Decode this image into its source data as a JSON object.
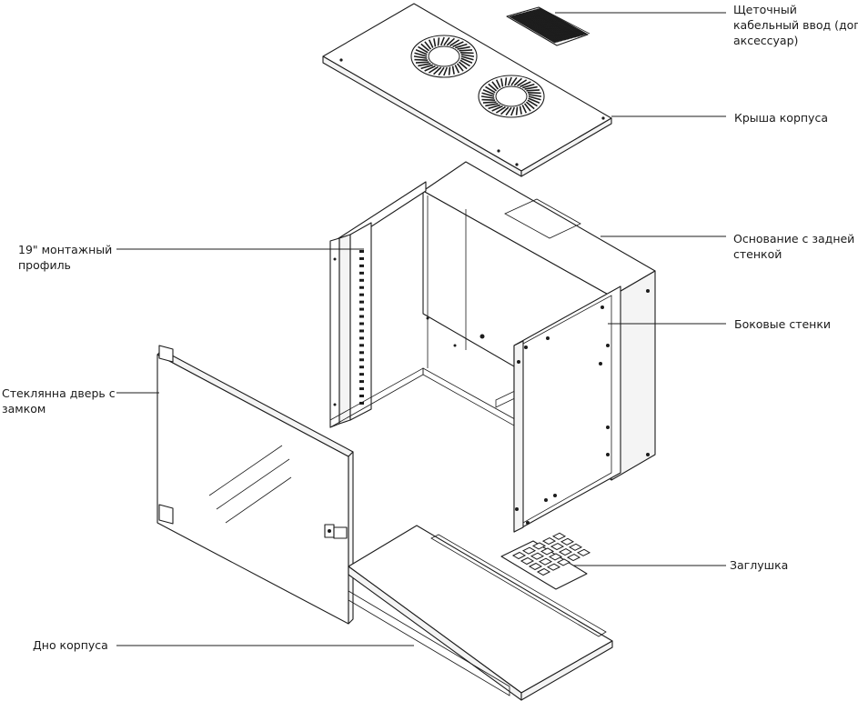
{
  "diagram": {
    "labels": {
      "brush_entry_line1": "Щеточный",
      "brush_entry_line2": "кабельный ввод (доп.",
      "brush_entry_line3": "аксессуар)",
      "roof": "Крыша корпуса",
      "mount_profile_line1": "19\" монтажный",
      "mount_profile_line2": "профиль",
      "base_line1": "Основание с задней",
      "base_line2": "стенкой",
      "side_walls": "Боковые стенки",
      "glass_door_line1": "Стеклянна дверь с",
      "glass_door_line2": "замком",
      "blank_plate": "Заглушка",
      "bottom": "Дно корпуса"
    },
    "colors": {
      "line": "#1c1c1c",
      "background": "#ffffff",
      "text": "#1a1a1a"
    },
    "icons": [
      "fan-grille-icon",
      "key-lock-icon",
      "brush-strip-icon"
    ]
  }
}
